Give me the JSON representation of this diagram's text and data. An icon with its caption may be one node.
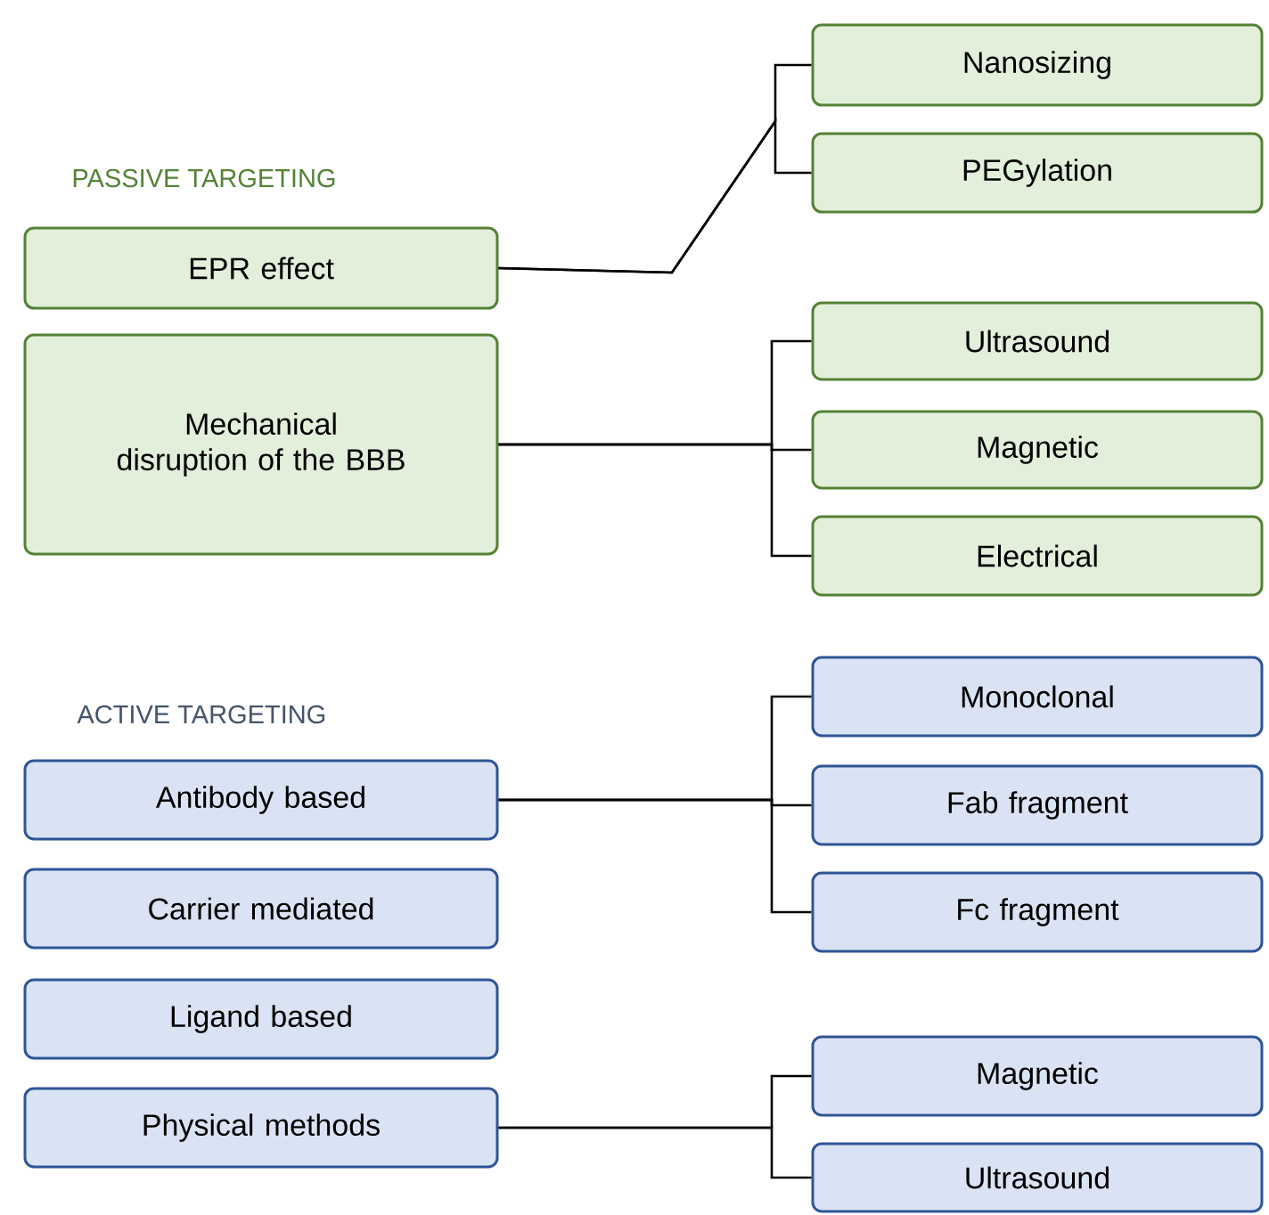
{
  "diagram": {
    "nodes": [
      {
        "text": [
          "EPR effect"
        ]
      },
      {
        "text": [
          "Mechanical disruption of the BBB"
        ]
      },
      {
        "text": [
          "Nanosizing"
        ]
      },
      {
        "text": [
          "PEGylation"
        ]
      },
      {
        "text": [
          "Ultrasound"
        ]
      },
      {
        "text": [
          "Magnetic"
        ]
      },
      {
        "text": [
          "Electrical"
        ]
      },
      {
        "text": [
          "Antibody based"
        ]
      },
      {
        "text": [
          "Carrier mediated"
        ]
      },
      {
        "text": [
          "Ligand based"
        ]
      },
      {
        "text": [
          "Physical methods"
        ]
      },
      {
        "text": [
          "Monoclonal"
        ]
      },
      {
        "text": [
          "Fab fragment"
        ]
      },
      {
        "text": [
          "Fc fragment"
        ]
      },
      {
        "text": [
          "Magnetic"
        ]
      },
      {
        "text": [
          "Ultrasound"
        ]
      }
    ],
    "edges": [
      {
        "from": 0,
        "to": 2,
        "arrow": "none"
      },
      {
        "from": 0,
        "to": 3,
        "arrow": "none"
      },
      {
        "from": 1,
        "to": 4,
        "arrow": "none"
      },
      {
        "from": 1,
        "to": 5,
        "arrow": "none"
      },
      {
        "from": 1,
        "to": 6,
        "arrow": "none"
      },
      {
        "from": 7,
        "to": 11,
        "arrow": "none"
      },
      {
        "from": 7,
        "to": 12,
        "arrow": "none"
      },
      {
        "from": 7,
        "to": 13,
        "arrow": "none"
      },
      {
        "from": 10,
        "to": 14,
        "arrow": "none"
      },
      {
        "from": 10,
        "to": 15,
        "arrow": "none"
      }
    ],
    "labels": [
      "PASSIVE TARGETING",
      "ACTIVE TARGETING"
    ]
  }
}
